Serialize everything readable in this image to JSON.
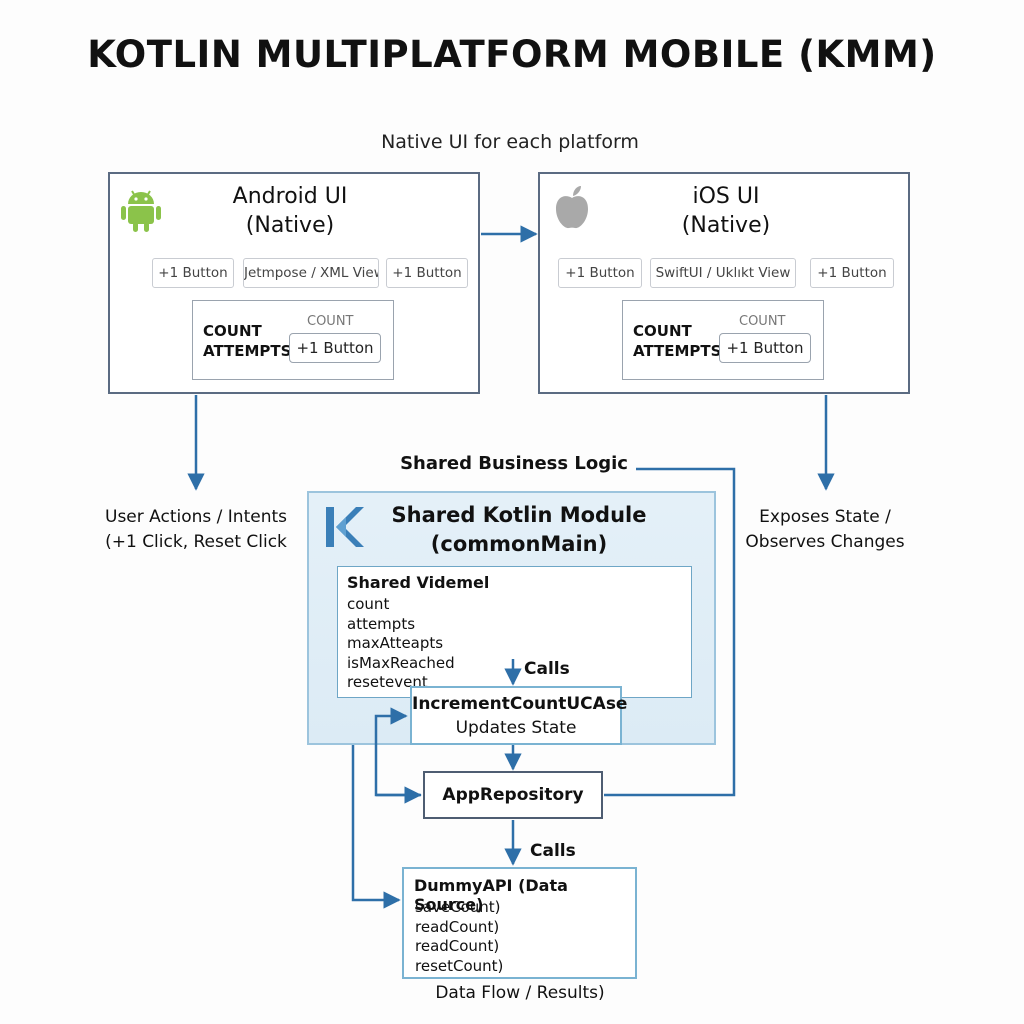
{
  "title": "KOTLIN MULTIPLATFORM MOBILE (KMM)",
  "native_ui_caption": "Native UI for each platform",
  "android": {
    "icon": "android-robot-icon",
    "title_line1": "Android UI",
    "title_line2": "(Native)",
    "buttons": [
      "+1 Button",
      "Jetmpose / XML View",
      "+1 Button"
    ],
    "count_label": "COUNT",
    "attempts_label": "ATTEMPTS",
    "count_caption": "COUNT",
    "inner_button": "+1 Button"
  },
  "ios": {
    "icon": "apple-logo-icon",
    "title_line1": "iOS UI",
    "title_line2": "(Native)",
    "buttons": [
      "+1 Button",
      "SwiftUI / Uklıkt View",
      "+1 Button"
    ],
    "count_label": "COUNT",
    "attempts_label": "ATTEMPTS",
    "count_caption": "COUNT",
    "inner_button": "+1 Button"
  },
  "left_caption": {
    "line1": "User Actions / Intents",
    "line2": "(+1 Click, Reset Click"
  },
  "right_caption": {
    "line1": "Exposes State /",
    "line2": "Observes Changes"
  },
  "shared_logic_label": "Shared Business Logic",
  "shared_module": {
    "icon": "kotlin-logo-icon",
    "title_line1": "Shared Kotlin Module",
    "title_line2": "(commonMain)",
    "viewmodel": {
      "title": "Shared Videmel",
      "fields": [
        "count",
        "attempts",
        "maxAtteapts",
        "isMaxReached",
        "resetevent"
      ]
    },
    "calls_label": "Calls",
    "usecase": {
      "title": "IncrementCountUCAse",
      "subtitle": "Updates State"
    }
  },
  "repository": {
    "label": "AppRepository"
  },
  "calls_label_2": "Calls",
  "dummy_api": {
    "title": "DummyAPI (Data Source)",
    "methods": [
      "saveCount)",
      "readCount)",
      "readCount)",
      "resetCount)"
    ]
  },
  "bottom_caption": "Data Flow / Results)",
  "colors": {
    "arrow": "#2e6fa8",
    "box_border": "#5b6b82",
    "shared_fill": "#e2eef7",
    "android_green": "#8bc34a",
    "apple_gray": "#a9a9a9",
    "kotlin_blue": "#3a7fb8"
  }
}
